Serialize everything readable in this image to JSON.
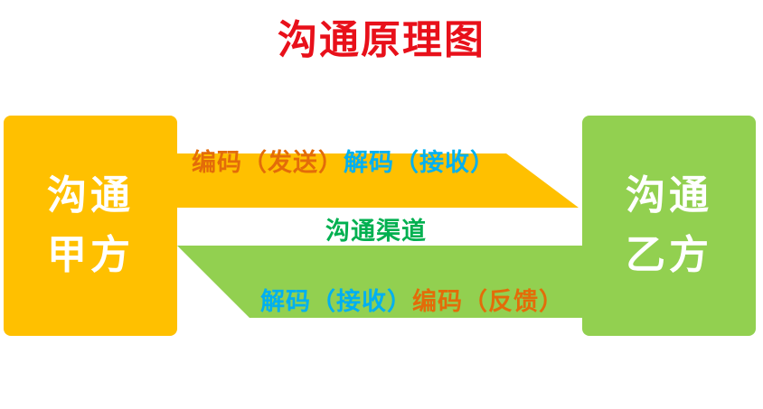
{
  "title": "沟通原理图",
  "party_a": {
    "line1": "沟通",
    "line2": "甲方"
  },
  "party_b": {
    "line1": "沟通",
    "line2": "乙方"
  },
  "forward": {
    "encode": "编码（发送）",
    "decode": "解码（接收）"
  },
  "channel": "沟通渠道",
  "backward": {
    "decode": "解码（接收）",
    "encode": "编码（反馈）"
  },
  "colors": {
    "title": "#e8101a",
    "party_a": "#ffc000",
    "party_b": "#92d050",
    "forward_arrow": "#ffc000",
    "backward_arrow": "#92d050",
    "encode_text": "#e36c09",
    "decode_text": "#00b0f0",
    "channel_text": "#00b050"
  }
}
